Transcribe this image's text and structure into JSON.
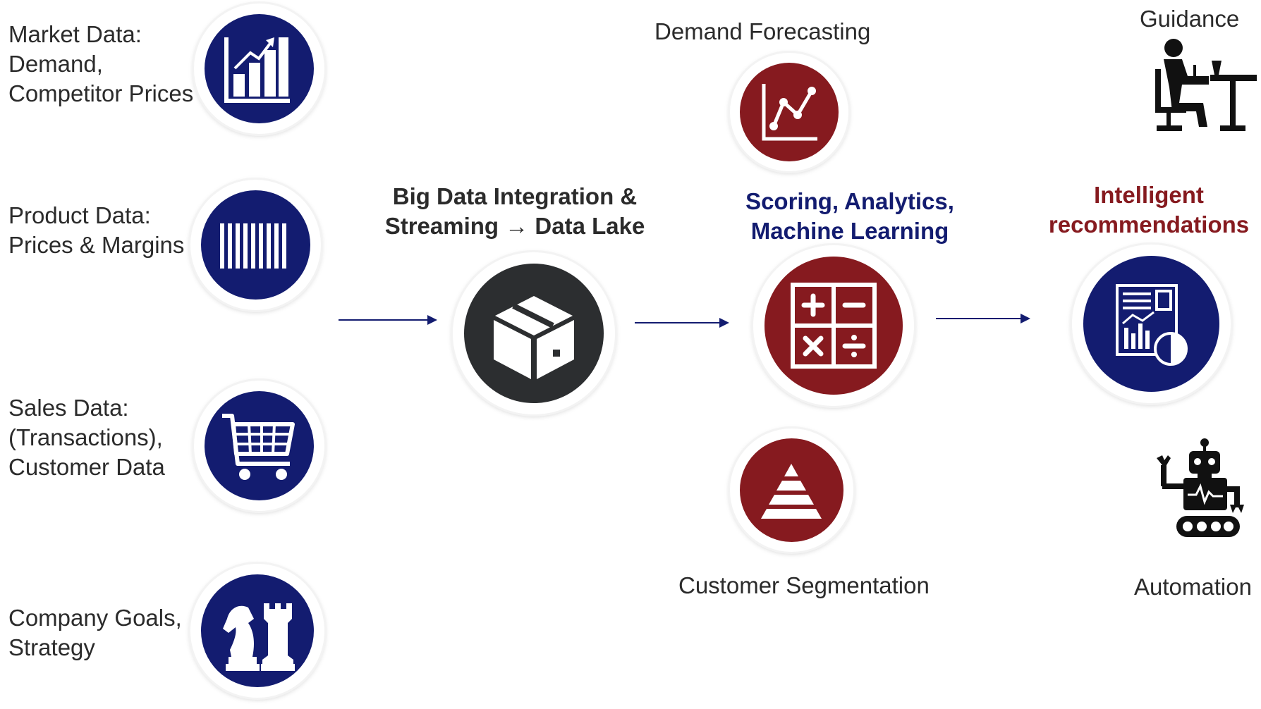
{
  "colors": {
    "navy": "#131c70",
    "maroon": "#861a1f",
    "charcoal": "#2c2e30",
    "text": "#2b2b2b",
    "arrow": "#131c70"
  },
  "inputs": {
    "market": {
      "lines": [
        "Market Data:",
        "Demand,",
        "Competitor Prices"
      ],
      "icon": "bar-chart-growth-icon"
    },
    "product": {
      "lines": [
        "Product Data:",
        "Prices & Margins"
      ],
      "icon": "barcode-icon"
    },
    "sales": {
      "lines": [
        "Sales Data:",
        "(Transactions),",
        "Customer Data"
      ],
      "icon": "shopping-cart-icon"
    },
    "goals": {
      "lines": [
        "Company Goals,",
        "Strategy"
      ],
      "icon": "chess-pieces-icon"
    }
  },
  "integration": {
    "lines": [
      "Big Data Integration &",
      "Streaming → Data Lake"
    ],
    "icon": "box-icon"
  },
  "analytics": {
    "forecast_label": "Demand Forecasting",
    "forecast_icon": "line-chart-icon",
    "scoring_lines": [
      "Scoring, Analytics,",
      "Machine Learning"
    ],
    "scoring_icon": "calculator-icon",
    "segmentation_label": "Customer Segmentation",
    "segmentation_icon": "pyramid-icon"
  },
  "output": {
    "guidance_label": "Guidance",
    "guidance_icon": "person-at-desk-icon",
    "recommend_lines": [
      "Intelligent",
      "recommendations"
    ],
    "recommend_icon": "report-dashboard-icon",
    "automation_label": "Automation",
    "automation_icon": "robot-icon"
  }
}
